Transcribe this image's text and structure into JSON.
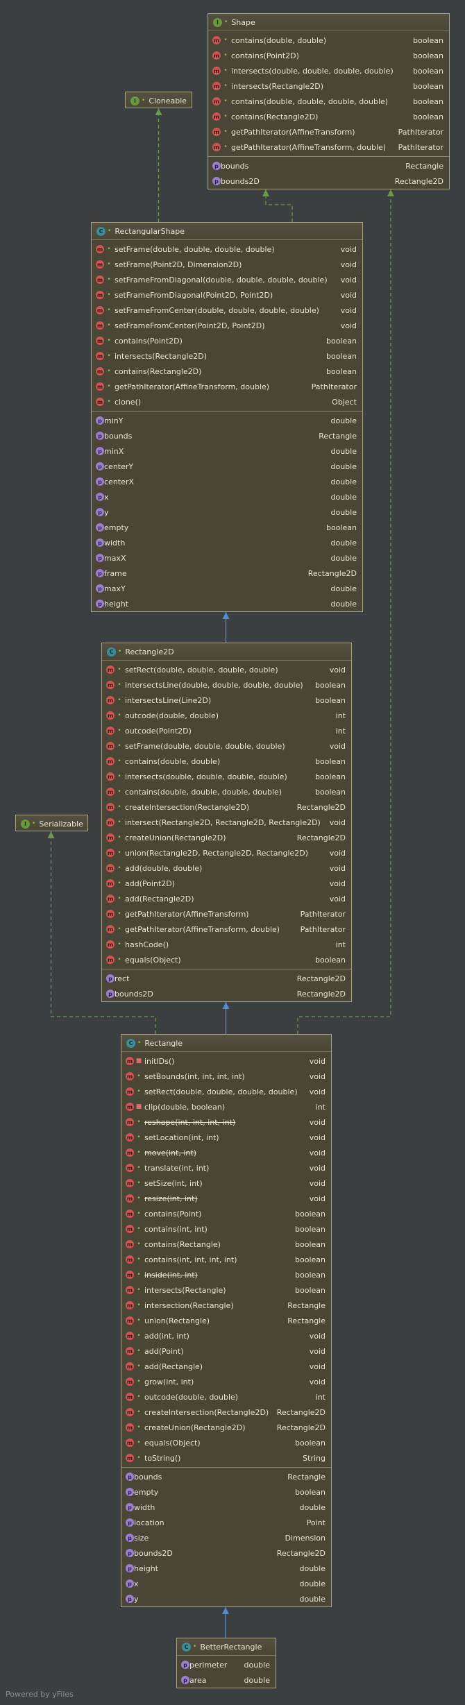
{
  "classes": {
    "shape": {
      "kind": "I",
      "name": "Shape",
      "methods": [
        {
          "name": "contains(double, double)",
          "type": "boolean"
        },
        {
          "name": "contains(Point2D)",
          "type": "boolean"
        },
        {
          "name": "intersects(double, double, double, double)",
          "type": "boolean"
        },
        {
          "name": "intersects(Rectangle2D)",
          "type": "boolean"
        },
        {
          "name": "contains(double, double, double, double)",
          "type": "boolean"
        },
        {
          "name": "contains(Rectangle2D)",
          "type": "boolean"
        },
        {
          "name": "getPathIterator(AffineTransform)",
          "type": "PathIterator"
        },
        {
          "name": "getPathIterator(AffineTransform, double)",
          "type": "PathIterator"
        }
      ],
      "properties": [
        {
          "name": "bounds",
          "type": "Rectangle"
        },
        {
          "name": "bounds2D",
          "type": "Rectangle2D"
        }
      ]
    },
    "cloneable": {
      "kind": "I",
      "name": "Cloneable",
      "methods": [],
      "properties": []
    },
    "serializable": {
      "kind": "I",
      "name": "Serializable",
      "methods": [],
      "properties": []
    },
    "rectangular_shape": {
      "kind": "C",
      "name": "RectangularShape",
      "methods": [
        {
          "name": "setFrame(double, double, double, double)",
          "type": "void",
          "icon": "m",
          "abstract": true
        },
        {
          "name": "setFrame(Point2D, Dimension2D)",
          "type": "void"
        },
        {
          "name": "setFrameFromDiagonal(double, double, double, double)",
          "type": "void"
        },
        {
          "name": "setFrameFromDiagonal(Point2D, Point2D)",
          "type": "void"
        },
        {
          "name": "setFrameFromCenter(double, double, double, double)",
          "type": "void"
        },
        {
          "name": "setFrameFromCenter(Point2D, Point2D)",
          "type": "void"
        },
        {
          "name": "contains(Point2D)",
          "type": "boolean"
        },
        {
          "name": "intersects(Rectangle2D)",
          "type": "boolean"
        },
        {
          "name": "contains(Rectangle2D)",
          "type": "boolean"
        },
        {
          "name": "getPathIterator(AffineTransform, double)",
          "type": "PathIterator"
        },
        {
          "name": "clone()",
          "type": "Object"
        }
      ],
      "properties": [
        {
          "name": "minY",
          "type": "double"
        },
        {
          "name": "bounds",
          "type": "Rectangle"
        },
        {
          "name": "minX",
          "type": "double"
        },
        {
          "name": "centerY",
          "type": "double"
        },
        {
          "name": "centerX",
          "type": "double"
        },
        {
          "name": "x",
          "type": "double"
        },
        {
          "name": "y",
          "type": "double"
        },
        {
          "name": "empty",
          "type": "boolean"
        },
        {
          "name": "width",
          "type": "double"
        },
        {
          "name": "maxX",
          "type": "double"
        },
        {
          "name": "frame",
          "type": "Rectangle2D"
        },
        {
          "name": "maxY",
          "type": "double"
        },
        {
          "name": "height",
          "type": "double"
        }
      ]
    },
    "rectangle2d": {
      "kind": "C",
      "name": "Rectangle2D",
      "methods": [
        {
          "name": "setRect(double, double, double, double)",
          "type": "void"
        },
        {
          "name": "intersectsLine(double, double, double, double)",
          "type": "boolean"
        },
        {
          "name": "intersectsLine(Line2D)",
          "type": "boolean"
        },
        {
          "name": "outcode(double, double)",
          "type": "int"
        },
        {
          "name": "outcode(Point2D)",
          "type": "int"
        },
        {
          "name": "setFrame(double, double, double, double)",
          "type": "void"
        },
        {
          "name": "contains(double, double)",
          "type": "boolean"
        },
        {
          "name": "intersects(double, double, double, double)",
          "type": "boolean"
        },
        {
          "name": "contains(double, double, double, double)",
          "type": "boolean"
        },
        {
          "name": "createIntersection(Rectangle2D)",
          "type": "Rectangle2D"
        },
        {
          "name": "intersect(Rectangle2D, Rectangle2D, Rectangle2D)",
          "type": "void"
        },
        {
          "name": "createUnion(Rectangle2D)",
          "type": "Rectangle2D"
        },
        {
          "name": "union(Rectangle2D, Rectangle2D, Rectangle2D)",
          "type": "void"
        },
        {
          "name": "add(double, double)",
          "type": "void"
        },
        {
          "name": "add(Point2D)",
          "type": "void"
        },
        {
          "name": "add(Rectangle2D)",
          "type": "void"
        },
        {
          "name": "getPathIterator(AffineTransform)",
          "type": "PathIterator"
        },
        {
          "name": "getPathIterator(AffineTransform, double)",
          "type": "PathIterator"
        },
        {
          "name": "hashCode()",
          "type": "int"
        },
        {
          "name": "equals(Object)",
          "type": "boolean"
        }
      ],
      "properties": [
        {
          "name": "rect",
          "type": "Rectangle2D"
        },
        {
          "name": "bounds2D",
          "type": "Rectangle2D"
        }
      ]
    },
    "rectangle": {
      "kind": "C",
      "name": "Rectangle",
      "methods": [
        {
          "name": "initIDs()",
          "type": "void",
          "visibility": "private"
        },
        {
          "name": "setBounds(int, int, int, int)",
          "type": "void"
        },
        {
          "name": "setRect(double, double, double, double)",
          "type": "void"
        },
        {
          "name": "clip(double, boolean)",
          "type": "int",
          "visibility": "private"
        },
        {
          "name": "reshape(int, int, int, int)",
          "type": "void",
          "deprecated": true
        },
        {
          "name": "setLocation(int, int)",
          "type": "void"
        },
        {
          "name": "move(int, int)",
          "type": "void",
          "deprecated": true
        },
        {
          "name": "translate(int, int)",
          "type": "void"
        },
        {
          "name": "setSize(int, int)",
          "type": "void"
        },
        {
          "name": "resize(int, int)",
          "type": "void",
          "deprecated": true
        },
        {
          "name": "contains(Point)",
          "type": "boolean"
        },
        {
          "name": "contains(int, int)",
          "type": "boolean"
        },
        {
          "name": "contains(Rectangle)",
          "type": "boolean"
        },
        {
          "name": "contains(int, int, int, int)",
          "type": "boolean"
        },
        {
          "name": "inside(int, int)",
          "type": "boolean",
          "deprecated": true
        },
        {
          "name": "intersects(Rectangle)",
          "type": "boolean"
        },
        {
          "name": "intersection(Rectangle)",
          "type": "Rectangle"
        },
        {
          "name": "union(Rectangle)",
          "type": "Rectangle"
        },
        {
          "name": "add(int, int)",
          "type": "void"
        },
        {
          "name": "add(Point)",
          "type": "void"
        },
        {
          "name": "add(Rectangle)",
          "type": "void"
        },
        {
          "name": "grow(int, int)",
          "type": "void"
        },
        {
          "name": "outcode(double, double)",
          "type": "int"
        },
        {
          "name": "createIntersection(Rectangle2D)",
          "type": "Rectangle2D"
        },
        {
          "name": "createUnion(Rectangle2D)",
          "type": "Rectangle2D"
        },
        {
          "name": "equals(Object)",
          "type": "boolean"
        },
        {
          "name": "toString()",
          "type": "String"
        }
      ],
      "properties": [
        {
          "name": "bounds",
          "type": "Rectangle"
        },
        {
          "name": "empty",
          "type": "boolean"
        },
        {
          "name": "width",
          "type": "double"
        },
        {
          "name": "location",
          "type": "Point"
        },
        {
          "name": "size",
          "type": "Dimension"
        },
        {
          "name": "bounds2D",
          "type": "Rectangle2D"
        },
        {
          "name": "height",
          "type": "double"
        },
        {
          "name": "x",
          "type": "double"
        },
        {
          "name": "y",
          "type": "double"
        }
      ]
    },
    "better_rectangle": {
      "kind": "C",
      "name": "BetterRectangle",
      "methods": [],
      "properties": [
        {
          "name": "perimeter",
          "type": "double"
        },
        {
          "name": "area",
          "type": "double"
        }
      ]
    }
  },
  "relations": [
    {
      "from": "rectangular_shape",
      "to": "shape",
      "kind": "implements"
    },
    {
      "from": "rectangular_shape",
      "to": "cloneable",
      "kind": "implements"
    },
    {
      "from": "rectangle2d",
      "to": "rectangular_shape",
      "kind": "extends"
    },
    {
      "from": "rectangle",
      "to": "rectangle2d",
      "kind": "extends"
    },
    {
      "from": "rectangle",
      "to": "serializable",
      "kind": "implements"
    },
    {
      "from": "rectangle",
      "to": "shape",
      "kind": "implements"
    },
    {
      "from": "better_rectangle",
      "to": "rectangle",
      "kind": "extends"
    }
  ],
  "colors": {
    "background": "#3c3f41",
    "node_fill": "#4a4636",
    "node_border": "#a8a387",
    "extends_line": "#4f8fd1",
    "implements_line": "#6a9a4a"
  },
  "footer": "Powered by yFiles"
}
